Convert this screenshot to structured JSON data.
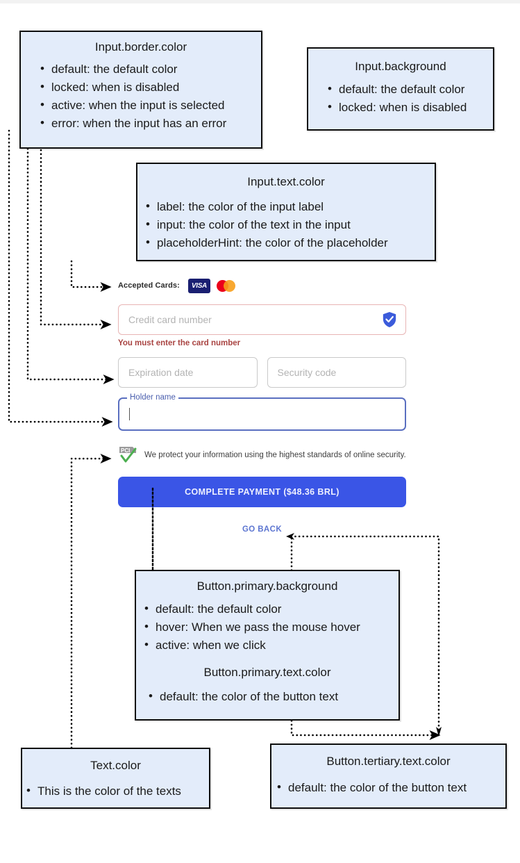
{
  "boxes": {
    "input_border_color": {
      "title": "Input.border.color",
      "items": [
        "default: the default color",
        "locked: when is disabled",
        "active: when the input is selected",
        "error: when the input has an error"
      ]
    },
    "input_background": {
      "title": "Input.background",
      "items": [
        "default: the default color",
        "locked: when is disabled"
      ]
    },
    "input_text_color": {
      "title": "Input.text.color",
      "items": [
        "label: the color of the input label",
        "input: the color of the text in the input",
        "placeholderHint: the color of the placeholder"
      ]
    },
    "button_primary": {
      "title": "Button.primary.background",
      "items": [
        "default: the default color",
        "hover: When we pass the mouse hover",
        "active: when we click"
      ],
      "title2": "Button.primary.text.color",
      "items2": [
        "default: the color of the button text"
      ]
    },
    "text_color": {
      "title": "Text.color",
      "items": [
        "This is the color of the texts"
      ]
    },
    "button_tertiary": {
      "title": "Button.tertiary.text.color",
      "items": [
        "default: the color of the button text"
      ]
    }
  },
  "form": {
    "accepted_cards_label": "Accepted Cards:",
    "visa_label": "VISA",
    "card_number_placeholder": "Credit card number",
    "card_number_value": "",
    "card_number_error": "You must enter the card number",
    "expiration_placeholder": "Expiration date",
    "expiration_value": "",
    "security_placeholder": "Security code",
    "security_value": "",
    "holder_label": "Holder name",
    "holder_value": "",
    "pci_text": "We protect your information using the highest standards of online security.",
    "pci_badge_label": "PCI",
    "pay_button_label": "COMPLETE PAYMENT ($48.36 BRL)",
    "go_back_label": "GO BACK"
  },
  "colors": {
    "callout_background": "#e3ecfa",
    "callout_border": "#0d0d0d",
    "primary_button": "#3a55e6",
    "primary_button_text": "#eef0ff",
    "tertiary_text": "#5d76d1",
    "error_text": "#a94442",
    "error_border": "#e8b4b4",
    "active_border": "#5a6fc0",
    "placeholder_text": "#b3b3b3",
    "default_border": "#c9c9c9",
    "visa_blue": "#1a1f71",
    "mastercard_red": "#eb001b",
    "mastercard_yellow": "#f79e1b",
    "shield_blue": "#3b5bdb",
    "pci_green": "#4caf50"
  }
}
